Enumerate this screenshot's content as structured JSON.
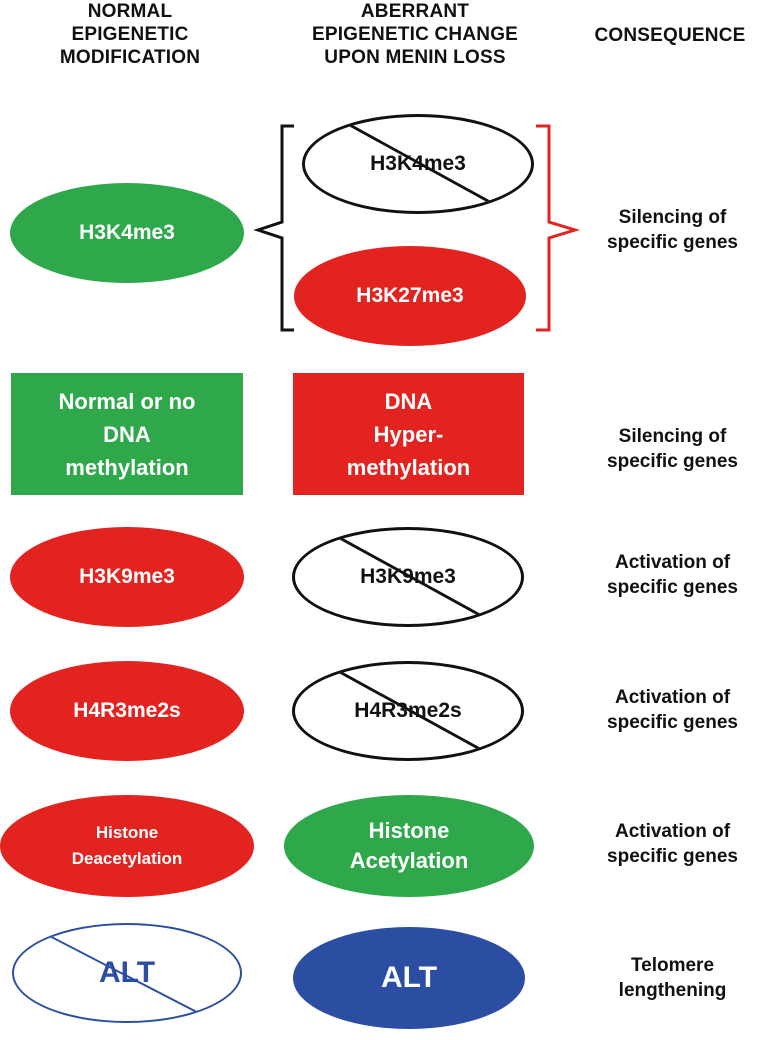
{
  "headers": {
    "normal": [
      "NORMAL",
      "EPIGENETIC",
      "MODIFICATION"
    ],
    "aberrant": [
      "ABERRANT",
      "EPIGENETIC CHANGE",
      "UPON MENIN LOSS"
    ],
    "consequence": [
      "CONSEQUENCE"
    ]
  },
  "rows": [
    {
      "normal": "H3K4me3",
      "aberrant": [
        "H3K4me3",
        "H3K27me3"
      ],
      "consequence": [
        "Silencing of",
        "specific genes"
      ]
    },
    {
      "normal": [
        "Normal or no",
        "DNA",
        "methylation"
      ],
      "aberrant": [
        "DNA",
        "Hyper-",
        "methylation"
      ],
      "consequence": [
        "Silencing of",
        "specific genes"
      ]
    },
    {
      "normal": "H3K9me3",
      "aberrant": "H3K9me3",
      "consequence": [
        "Activation of",
        "specific genes"
      ]
    },
    {
      "normal": "H4R3me2s",
      "aberrant": "H4R3me2s",
      "consequence": [
        "Activation of",
        "specific genes"
      ]
    },
    {
      "normal": [
        "Histone",
        "Deacetylation"
      ],
      "aberrant": [
        "Histone",
        "Acetylation"
      ],
      "consequence": [
        "Activation of",
        "specific genes"
      ]
    },
    {
      "normal": "ALT",
      "aberrant": "ALT",
      "consequence": [
        "Telomere",
        "lengthening"
      ]
    }
  ],
  "colors": {
    "active_mark": "#2ea84a",
    "repressive_mark": "#e2231f",
    "alt": "#2b4ea2",
    "bracket_consequence": "#e2231f",
    "bracket_left": "#111111"
  }
}
